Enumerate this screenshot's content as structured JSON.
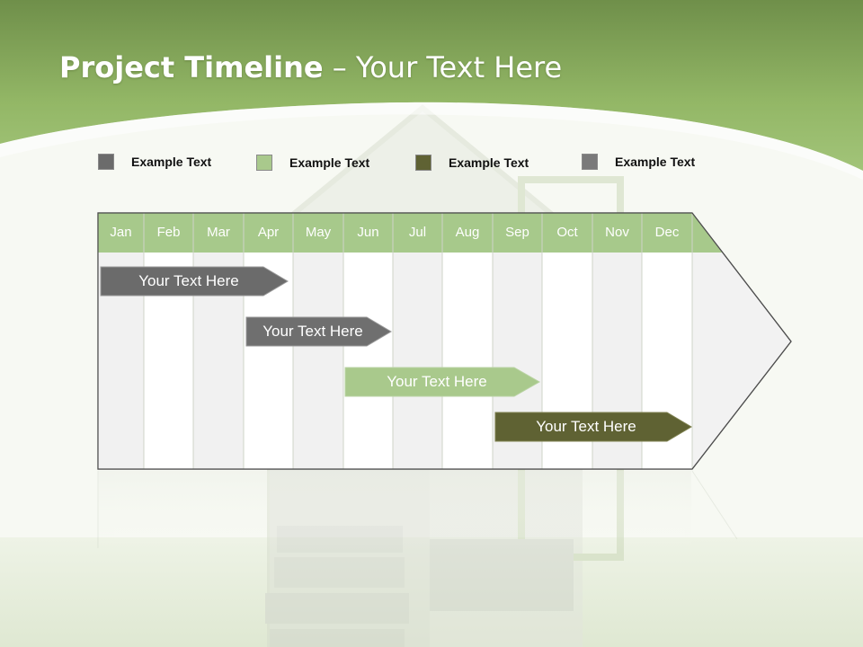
{
  "header": {
    "title_bold": "Project Timeline",
    "title_rest": " – Your Text Here"
  },
  "legend": [
    {
      "label": "Example Text",
      "color": "#6b6b6b"
    },
    {
      "label": "Example Text",
      "color": "#a9c98c"
    },
    {
      "label": "Example Text",
      "color": "#5f6233"
    },
    {
      "label": "Example Text",
      "color": "#7a7a7a"
    }
  ],
  "months": [
    "Jan",
    "Feb",
    "Mar",
    "Apr",
    "May",
    "Jun",
    "Jul",
    "Aug",
    "Sep",
    "Oct",
    "Nov",
    "Dec"
  ],
  "bars": [
    {
      "label": "Your  Text Here",
      "color": "#6b6b6b",
      "text_color": "#ffffff"
    },
    {
      "label": "Your  Text Here",
      "color": "#6f6f6f",
      "text_color": "#ffffff"
    },
    {
      "label": "Your  Text Here",
      "color": "#a9c98c",
      "text_color": "#ffffff"
    },
    {
      "label": "Your  Text Here",
      "color": "#5f6233",
      "text_color": "#ffffff"
    }
  ],
  "colors": {
    "header_green": "#8fb562",
    "month_header": "#a7c98b",
    "grid_line": "#cfd4c8"
  }
}
